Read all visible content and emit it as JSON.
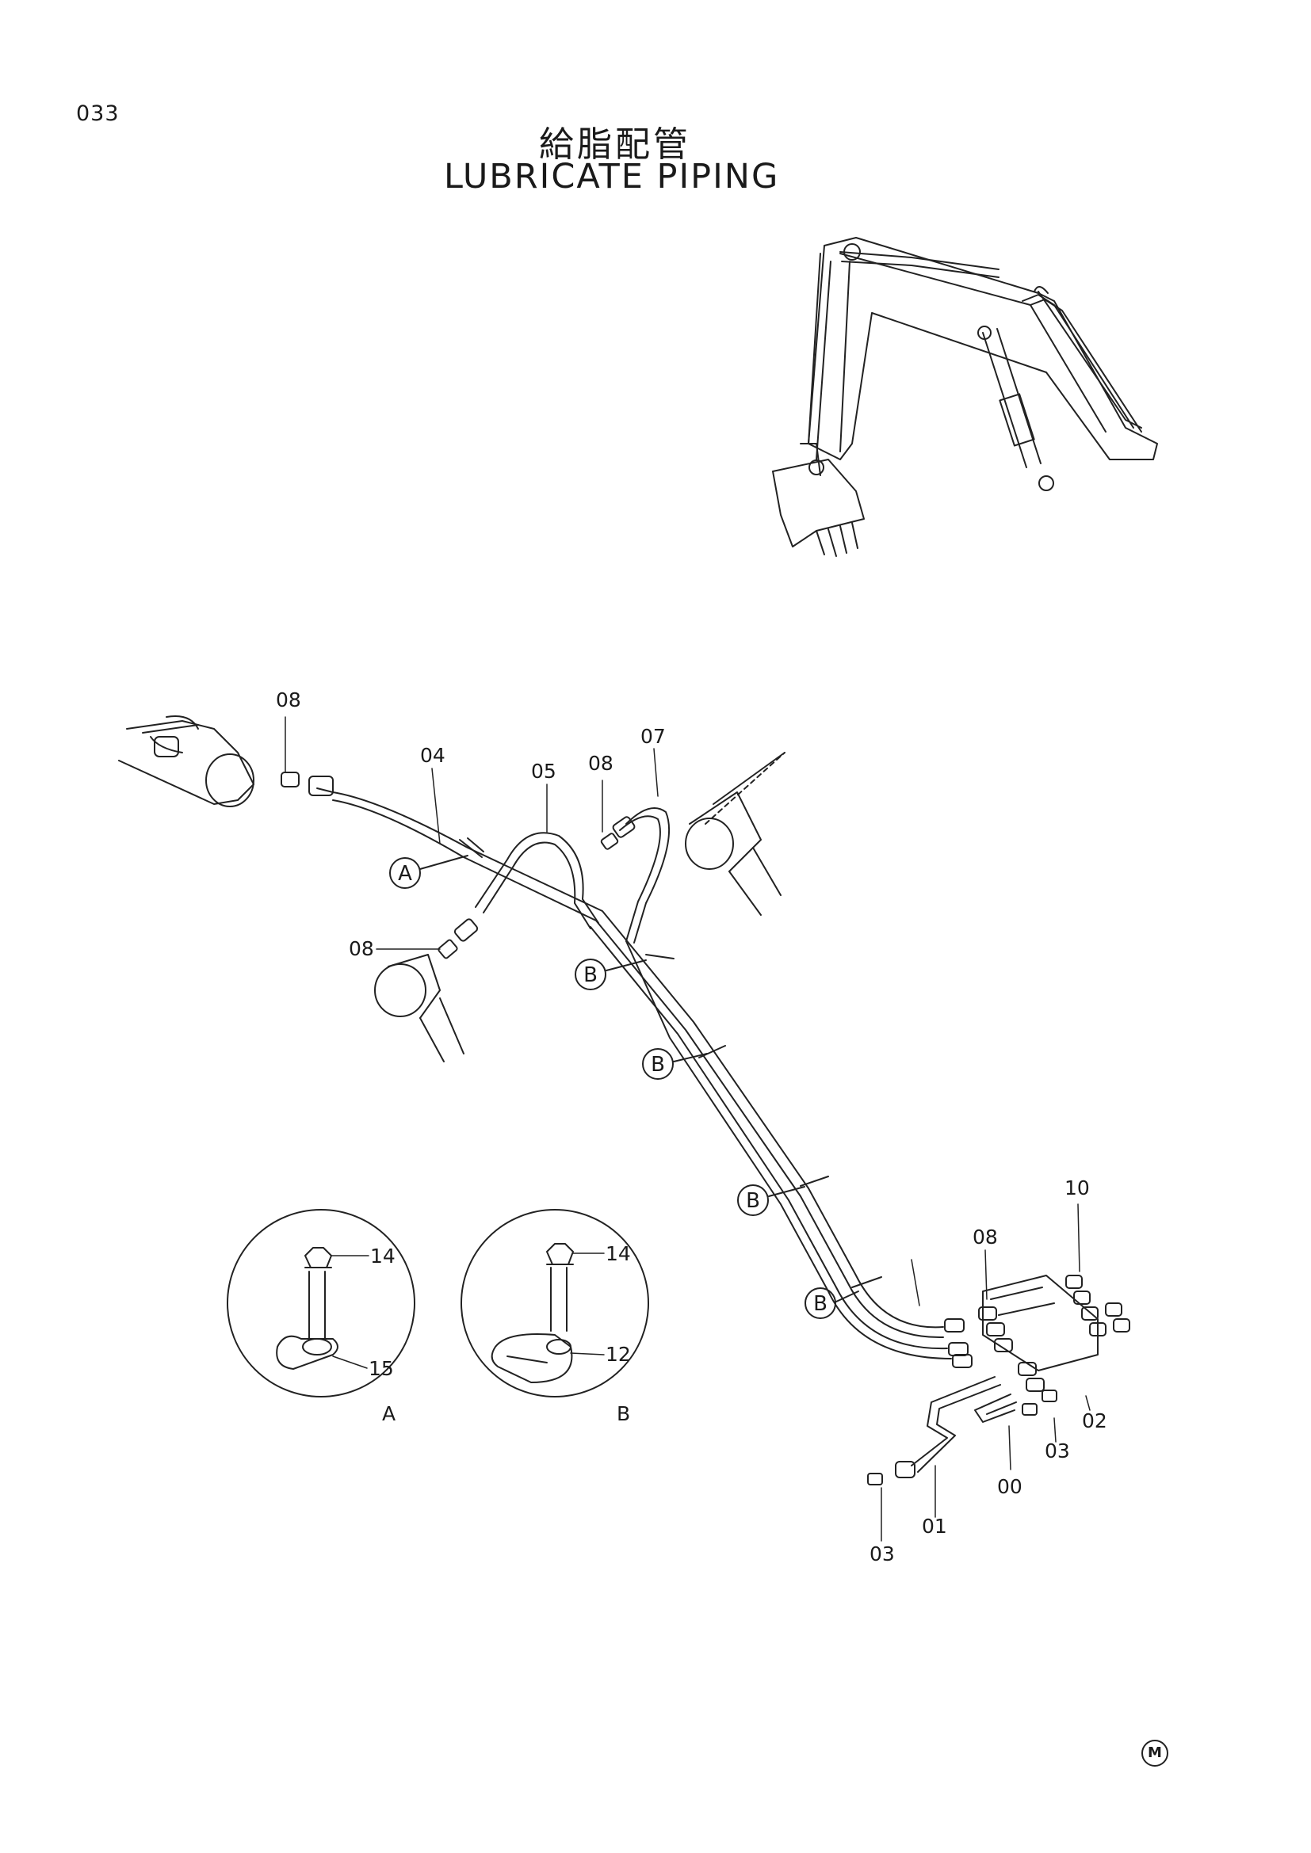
{
  "page_number": "033",
  "title_jp": "給脂配管",
  "title_en": "LUBRICATE PIPING",
  "footer_mark": "M",
  "callouts": {
    "c08_a": "08",
    "c04": "04",
    "c05": "05",
    "c08_b": "08",
    "c07": "07",
    "c08_c": "08",
    "c10": "10",
    "c08_d": "08",
    "c02": "02",
    "c03_a": "03",
    "c00": "00",
    "c01": "01",
    "c03_b": "03"
  },
  "clamp_markers": {
    "a": "A",
    "b1": "B",
    "b2": "B",
    "b3": "B",
    "b4": "B"
  },
  "details": {
    "a": {
      "name": "A",
      "bolt": "14",
      "clamp": "15"
    },
    "b": {
      "name": "B",
      "bolt": "14",
      "clamp": "12"
    }
  }
}
